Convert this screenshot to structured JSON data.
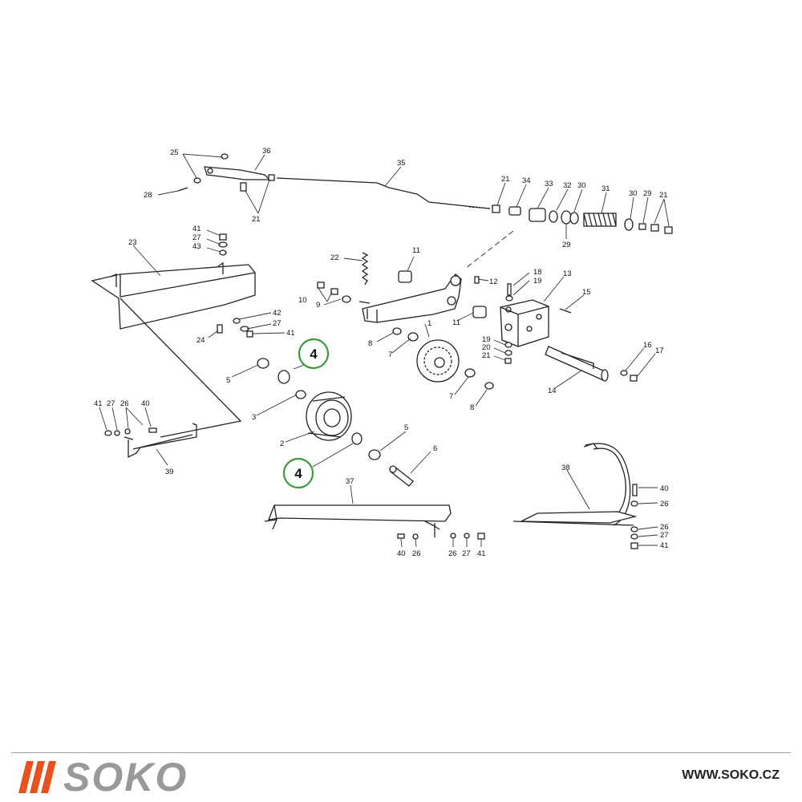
{
  "brand": {
    "name": "SOKO",
    "accent_color": "#e8501c",
    "text_color": "#999999"
  },
  "website": "WWW.SOKO.CZ",
  "highlight": {
    "number": "4",
    "color": "#3a9a3a"
  },
  "labels": {
    "l1": "1",
    "l2": "2",
    "l3": "3",
    "l5a": "5",
    "l5b": "5",
    "l6": "6",
    "l7a": "7",
    "l7b": "7",
    "l8a": "8",
    "l8b": "8",
    "l9": "9",
    "l10": "10",
    "l11a": "11",
    "l11b": "11",
    "l12": "12",
    "l13": "13",
    "l14": "14",
    "l15": "15",
    "l16": "16",
    "l17": "17",
    "l18": "18",
    "l19a": "19",
    "l19b": "19",
    "l20": "20",
    "l21a": "21",
    "l21b": "21",
    "l21c": "21",
    "l21d": "21",
    "l22": "22",
    "l23": "23",
    "l24": "24",
    "l25": "25",
    "l26a": "26",
    "l26b": "26",
    "l26c": "26",
    "l26d": "26",
    "l26e": "26",
    "l27a": "27",
    "l27b": "27",
    "l27c": "27",
    "l27d": "27",
    "l27e": "27",
    "l28": "28",
    "l29a": "29",
    "l29b": "29",
    "l30a": "30",
    "l30b": "30",
    "l31": "31",
    "l32": "32",
    "l33": "33",
    "l34": "34",
    "l35": "35",
    "l36": "36",
    "l37": "37",
    "l38": "38",
    "l39": "39",
    "l40a": "40",
    "l40b": "40",
    "l40c": "40",
    "l41a": "41",
    "l41b": "41",
    "l41c": "41",
    "l41d": "41",
    "l41e": "41",
    "l42": "42",
    "l43": "43"
  }
}
